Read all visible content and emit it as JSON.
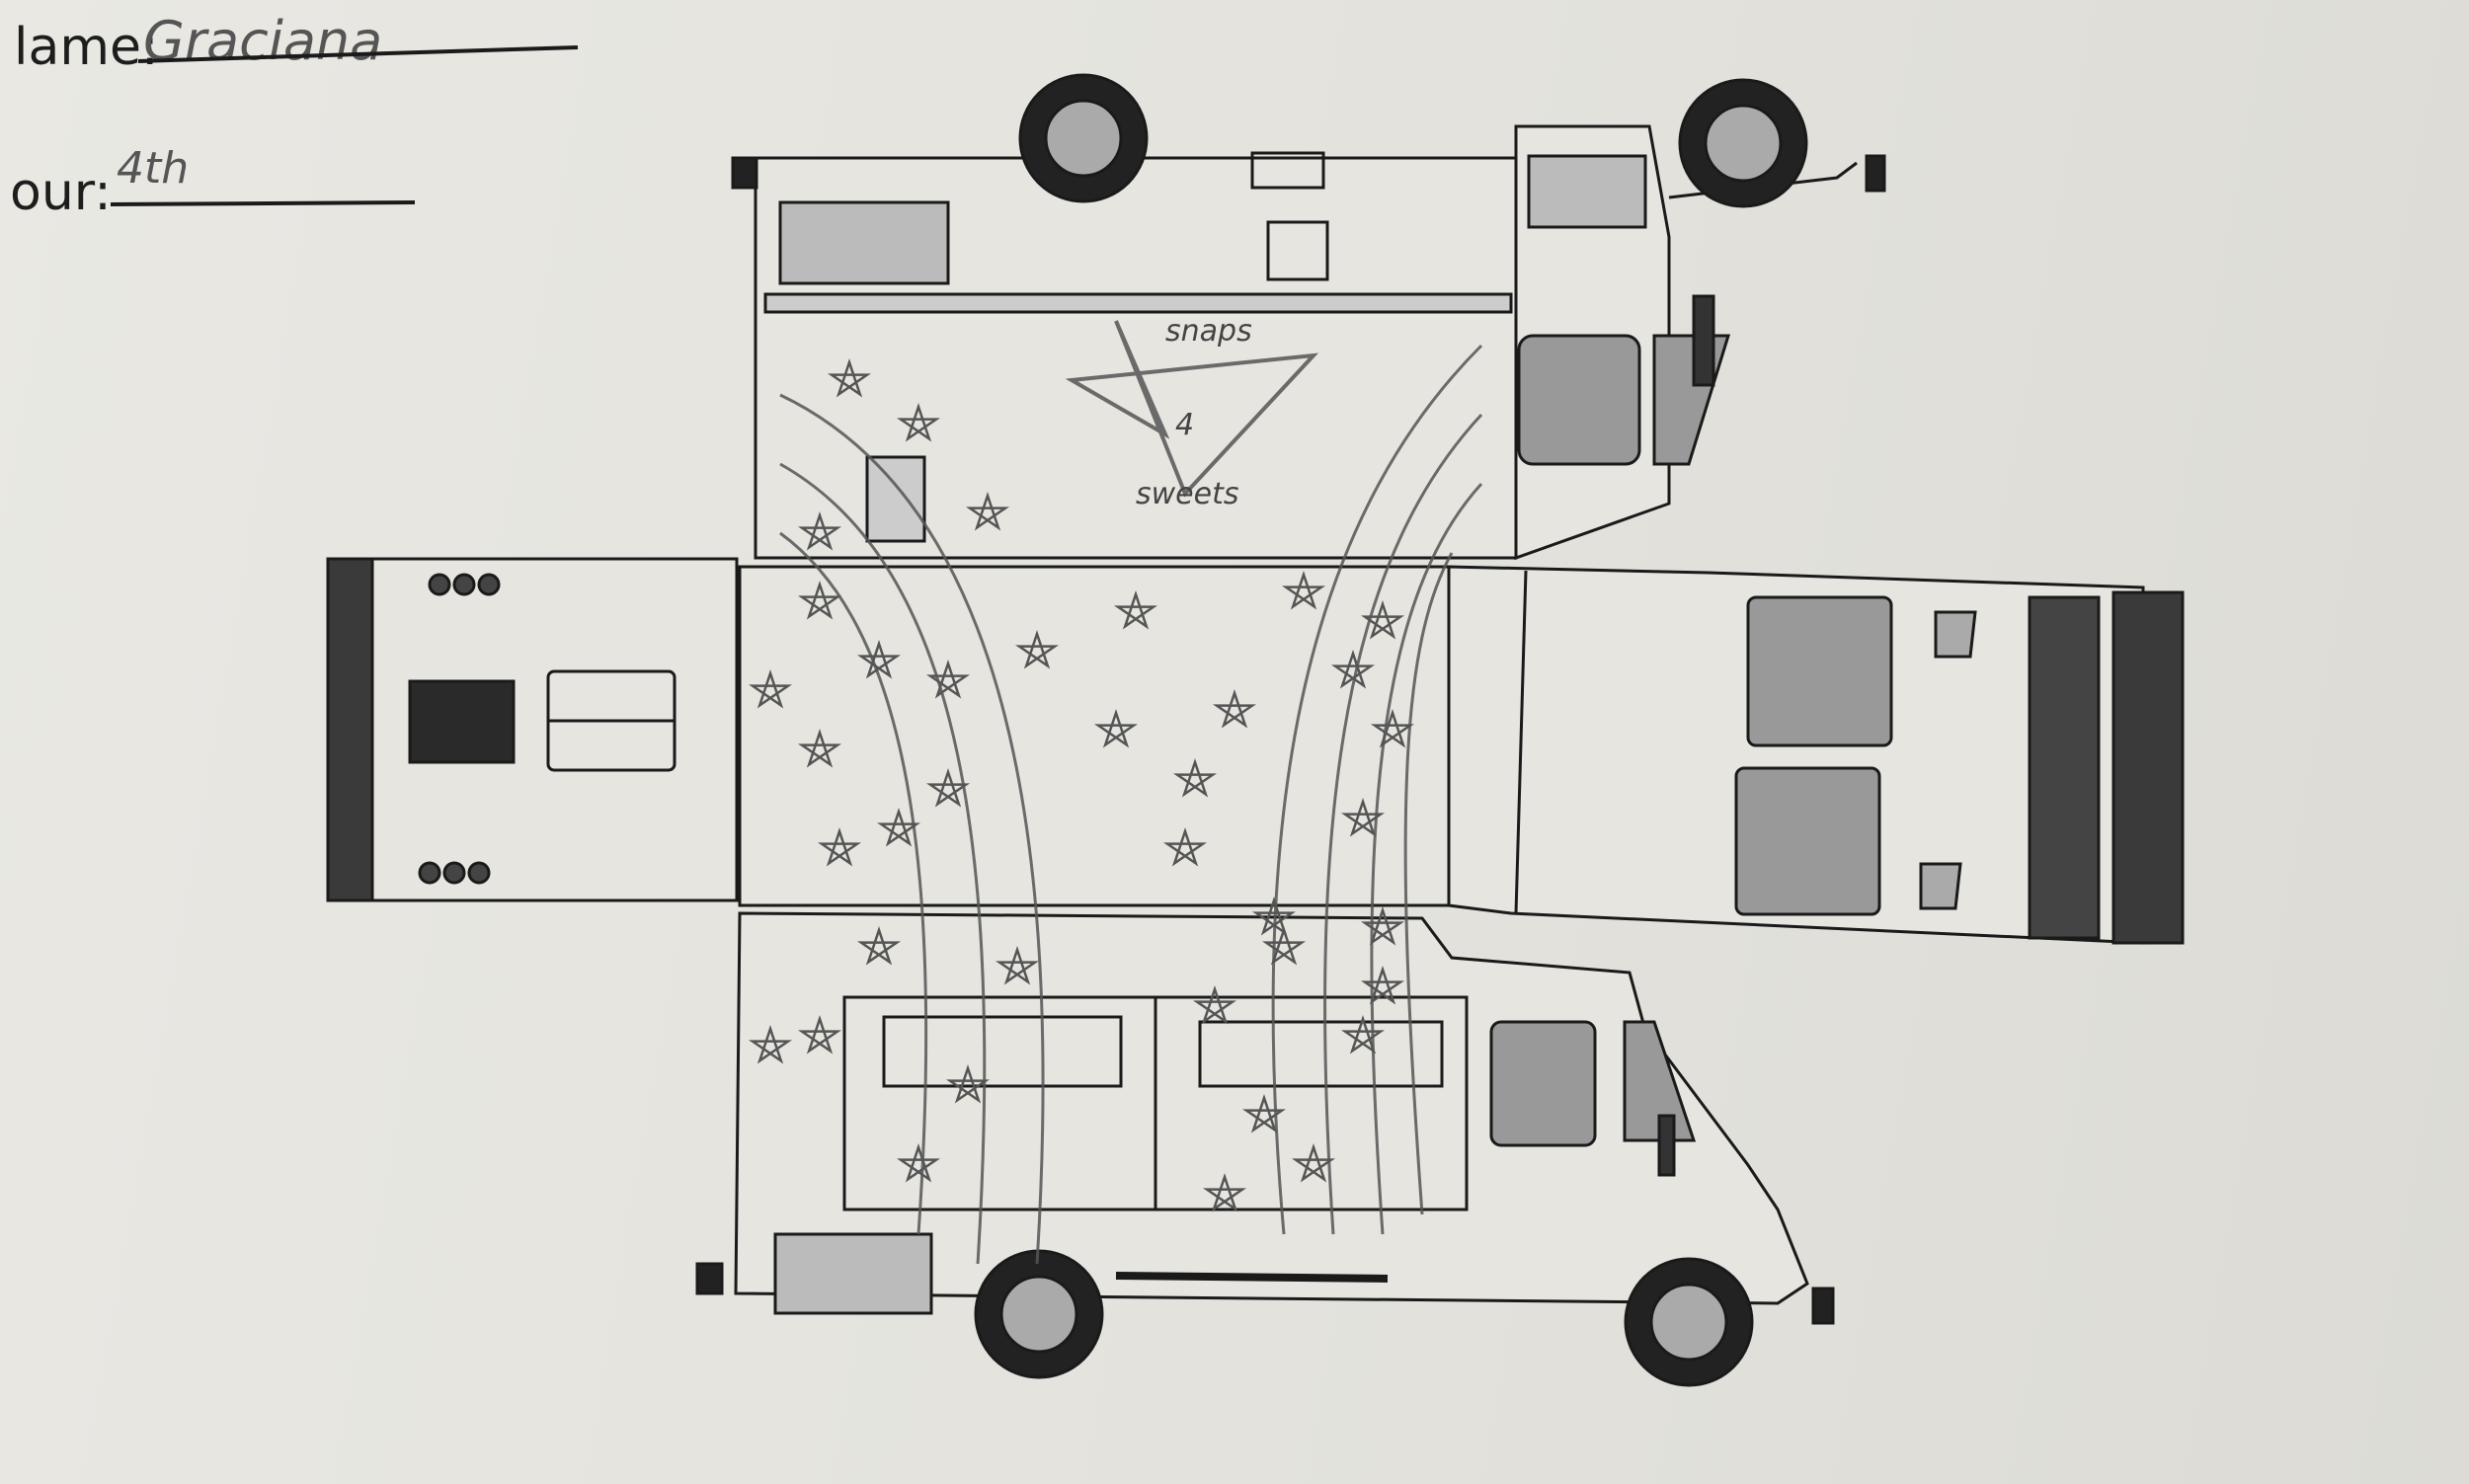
{
  "worksheet": {
    "name_label": "lame:",
    "name_value": "Graciana",
    "hour_label": "our:",
    "hour_value": "4th"
  },
  "drawing": {
    "star_text_top": "snaps",
    "star_text_bottom": "sweets",
    "star_center_mark": "4"
  }
}
